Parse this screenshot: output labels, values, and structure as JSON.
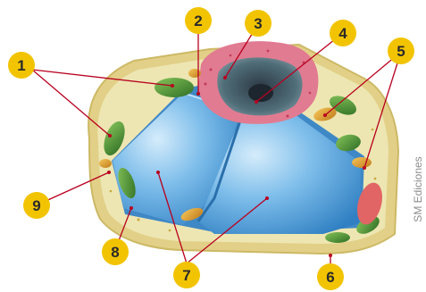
{
  "diagram": {
    "labels": [
      "1",
      "2",
      "3",
      "4",
      "5",
      "6",
      "7",
      "8",
      "9"
    ],
    "credit": "SM Ediciones",
    "colors": {
      "badge": "#f2c400",
      "leader": "#b8001f",
      "cell_wall": "#e2d088",
      "cytoplasm": "#ede6b2",
      "vacuole": "#66aee6",
      "nucleus_envelope": "#e17b91",
      "chloroplast": "#4f9a3a",
      "mitochondrion": "#d99a2a"
    }
  }
}
